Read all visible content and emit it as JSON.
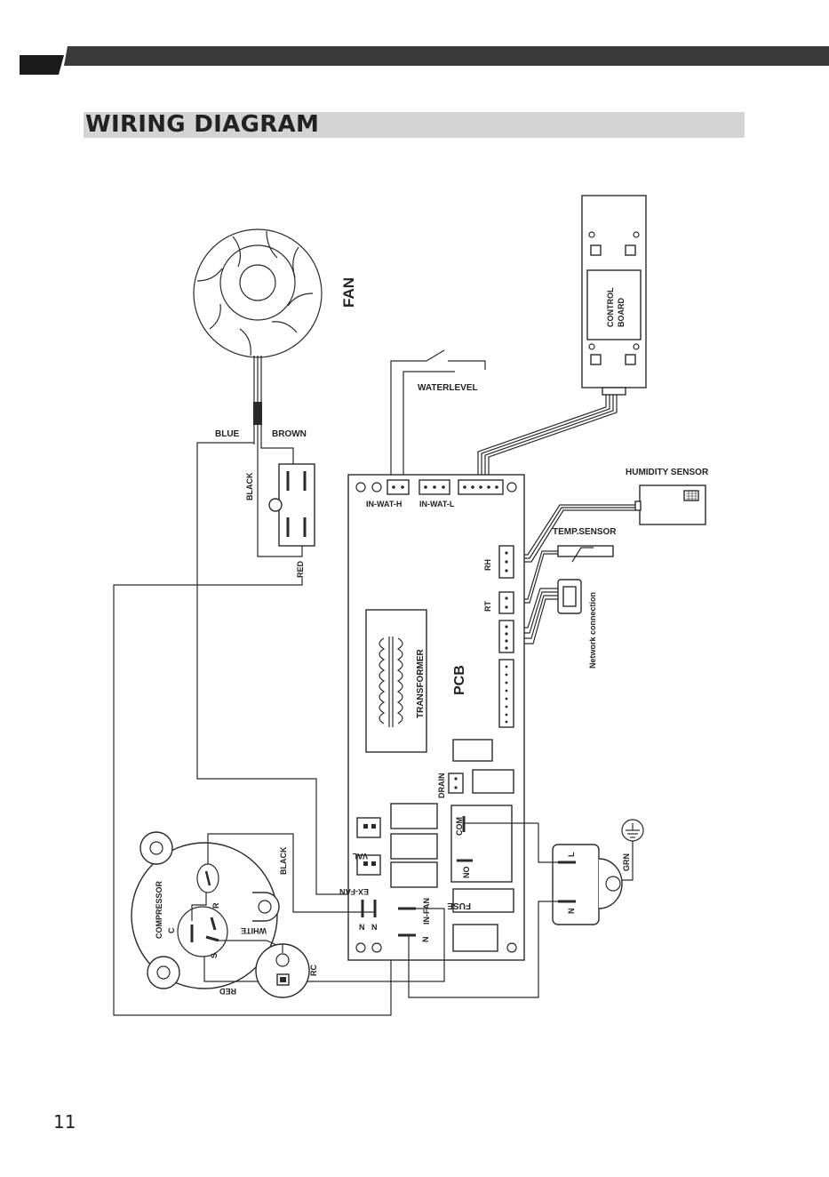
{
  "page": {
    "title": "WIRING DIAGRAM",
    "page_number": "11"
  },
  "labels": {
    "fan": "FAN",
    "blue": "BLUE",
    "brown": "BROWN",
    "black_top": "BLACK",
    "red_top": "RED",
    "waterlevel": "WATERLEVEL",
    "control_board": "CONTROL",
    "control_board_2": "BOARD",
    "humidity_sensor": "HUMIDITY  SENSOR",
    "temp_sensor": "TEMP.SENSOR",
    "network_connection": "Network  connection",
    "in_wat_h": "IN-WAT-H",
    "in_wat_l": "IN-WAT-L",
    "rh": "RH",
    "rt": "RT",
    "transformer": "TRANSFORMER",
    "pcb": "PCB",
    "drain": "DRAIN",
    "com": "COM",
    "no": "NO",
    "fuse": "FUSE",
    "val": "VAL",
    "ex_fan": "EX-FAN",
    "in_fan": "IN-FAN",
    "n1": "N",
    "n2": "N",
    "n3": "N",
    "l": "L",
    "n_plug": "N",
    "grn": "GRN",
    "compressor": "COMPRESSOR",
    "c": "C",
    "r": "R",
    "s": "S",
    "black_comp": "BLACK",
    "white": "WHITE",
    "red_comp": "RED",
    "rc": "RC"
  }
}
